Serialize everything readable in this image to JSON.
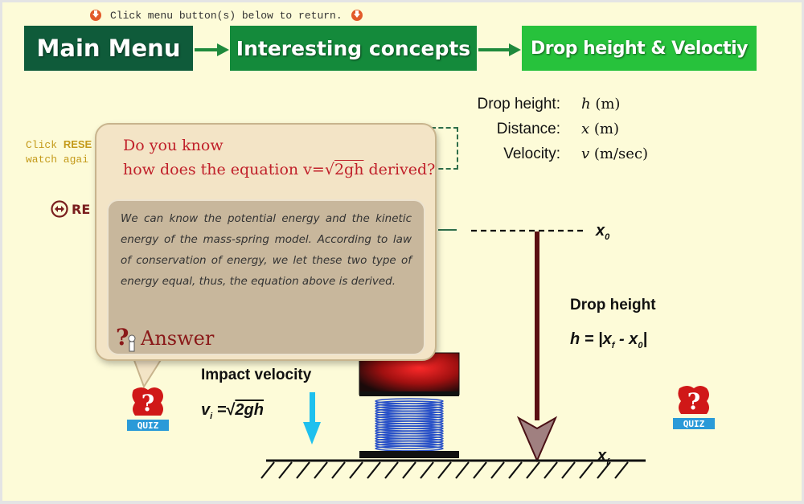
{
  "hint": {
    "text": "Click menu button(s) below to return."
  },
  "nav": {
    "main_menu": "Main Menu",
    "concepts": "Interesting concepts",
    "current": "Drop height & Veloctiy"
  },
  "legend": [
    {
      "label": "Drop height:",
      "symbol": "h",
      "unit": "(m)"
    },
    {
      "label": "Distance:",
      "symbol": "x",
      "unit": "(m)"
    },
    {
      "label": "Velocity:",
      "symbol": "v",
      "unit": "(m/sec)"
    }
  ],
  "reset": {
    "hint_prefix": "Click",
    "hint_keyword": "RESE",
    "hint_line2": "watch agai",
    "button_label": "RE"
  },
  "callout": {
    "title_line1": "Do you know",
    "title_line2_prefix": "how does the equation v=",
    "title_line2_radicand": "2gh",
    "title_line2_suffix": " derived?",
    "answer_text": "We can know the potential energy and the kinetic energy of the mass-spring model. According to law of conservation of energy, we let these two type of energy equal, thus, the equation above is derived.",
    "answer_label": "Answer"
  },
  "diagram": {
    "x0_label": "x",
    "x0_sub": "0",
    "xf_label": "x",
    "xf_sub": "f",
    "drop_label": "Drop height",
    "drop_formula_prefix": "h = |x",
    "drop_formula_sub1": "f",
    "drop_formula_mid": " - x",
    "drop_formula_sub2": "0",
    "drop_formula_suffix": "|",
    "impact_label": "Impact velocity",
    "impact_formula_v": "v",
    "impact_formula_sub": "i",
    "impact_formula_eq": " =",
    "impact_formula_radicand": "2gh"
  },
  "quiz": {
    "label": "QUIZ"
  },
  "colors": {
    "background": "#fdfbd8",
    "nav_main": "#0f5b3a",
    "nav_concepts": "#148a3b",
    "nav_current": "#27c23c",
    "callout_title": "#c0202a",
    "drop_arrow": "#5a0f12",
    "impact_arrow": "#1ec0ee",
    "spring": "#2850c8",
    "mass": "#e02020"
  }
}
